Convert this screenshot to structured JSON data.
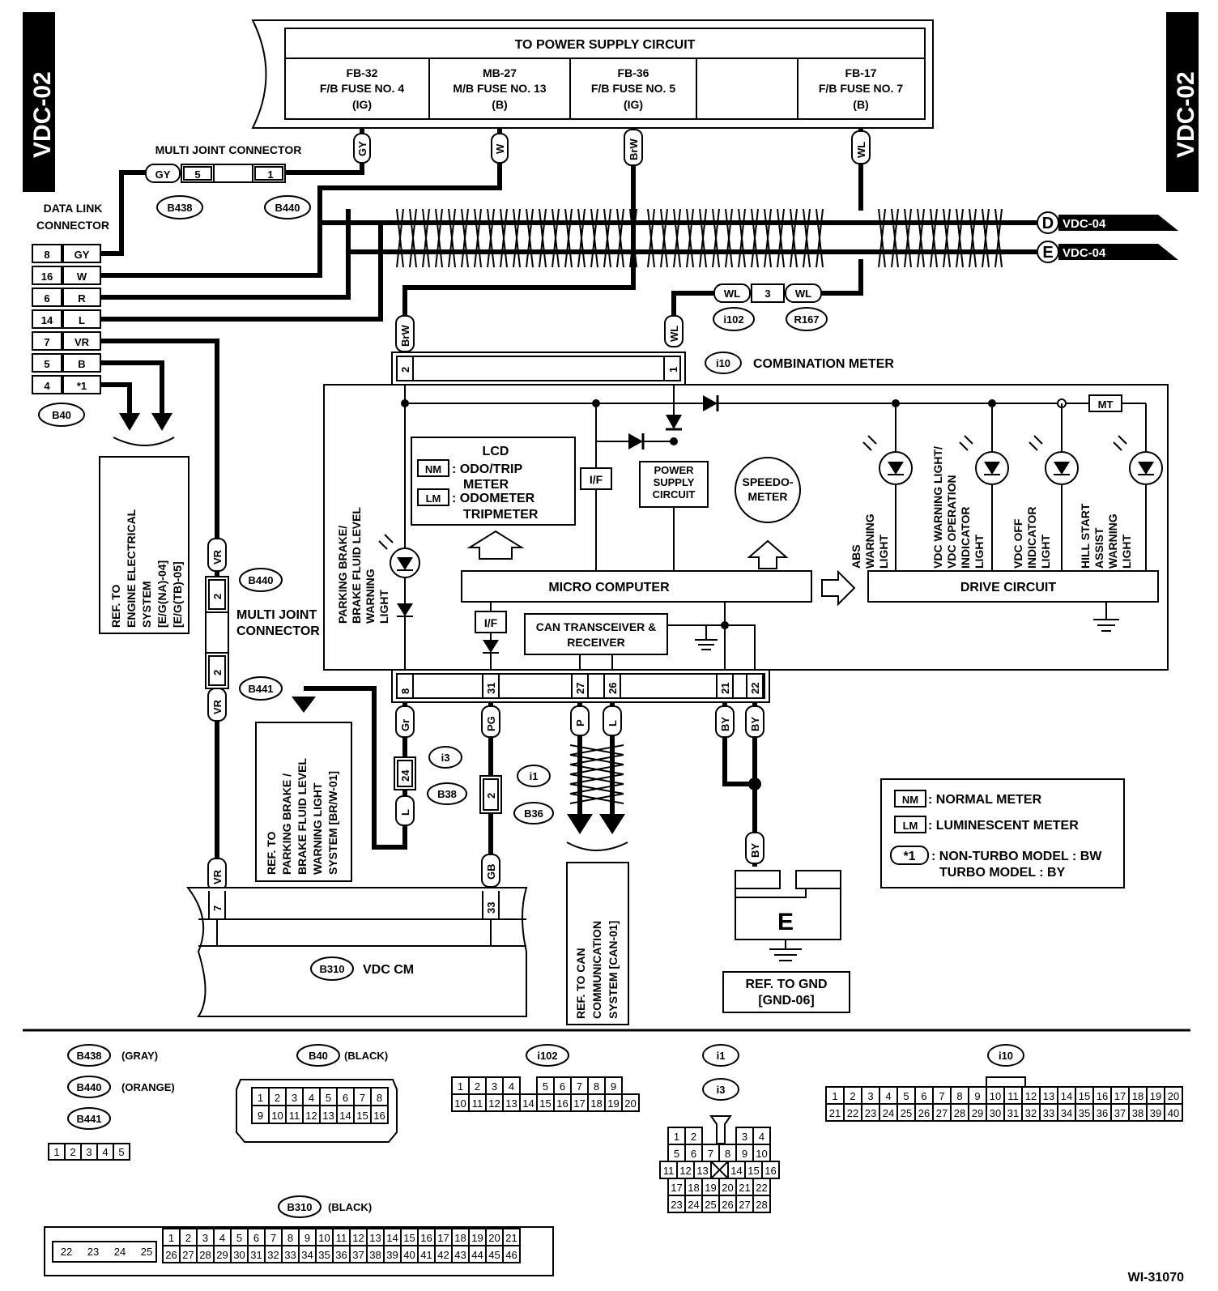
{
  "side_tags": {
    "left": "VDC-02",
    "right": "VDC-02"
  },
  "power_supply": {
    "title": "TO POWER SUPPLY CIRCUIT",
    "fuses": [
      {
        "id": "FB-32",
        "name": "F/B FUSE NO. 4",
        "type": "(IG)"
      },
      {
        "id": "MB-27",
        "name": "M/B FUSE NO. 13",
        "type": "(B)"
      },
      {
        "id": "FB-36",
        "name": "F/B FUSE NO. 5",
        "type": "(IG)"
      },
      {
        "id": "",
        "name": "",
        "type": ""
      },
      {
        "id": "FB-17",
        "name": "F/B FUSE NO. 7",
        "type": "(B)"
      }
    ]
  },
  "wire_colors": {
    "gy": "GY",
    "w": "W",
    "brw": "BrW",
    "wl": "WL",
    "vr": "VR",
    "gr": "Gr",
    "pg": "PG",
    "p": "P",
    "l": "L",
    "by": "BY",
    "gb": "GB",
    "b": "B",
    "r": "R",
    "star1": "*1"
  },
  "labels": {
    "multi_joint_top": "MULTI JOINT CONNECTOR",
    "data_link": "DATA LINK\nCONNECTOR",
    "data_link_l1": "DATA LINK",
    "data_link_l2": "CONNECTOR",
    "combination_meter": "COMBINATION METER",
    "lcd": "LCD",
    "nm_odo": ": ODO/TRIP",
    "nm_meter": "METER",
    "lm_odo": ": ODOMETER",
    "lm_trip": "TRIPMETER",
    "if": "I/F",
    "power_supply_circuit_1": "POWER",
    "power_supply_circuit_2": "SUPPLY",
    "power_supply_circuit_3": "CIRCUIT",
    "speedo_1": "SPEEDO-",
    "speedo_2": "METER",
    "micro_computer": "MICRO COMPUTER",
    "drive_circuit": "DRIVE CIRCUIT",
    "can_1": "CAN TRANSCEIVER &",
    "can_2": "RECEIVER",
    "mt": "MT",
    "multi_joint_mid_1": "MULTI JOINT",
    "multi_joint_mid_2": "CONNECTOR",
    "vdc_cm": "VDC CM",
    "ground_e": "E",
    "ref_gnd_1": "REF. TO GND",
    "ref_gnd_2": "[GND-06]",
    "figure_id": "WI-31070",
    "nm": "NM",
    "lm": "LM"
  },
  "vertical_labels": {
    "parking_brake_light": [
      "PARKING BRAKE/",
      "BRAKE FLUID LEVEL",
      "WARNING",
      "LIGHT"
    ],
    "abs_light": [
      "ABS",
      "WARNING",
      "LIGHT"
    ],
    "vdc_warning": [
      "VDC WARNING LIGHT/",
      "VDC OPERATION",
      "INDICATOR",
      "LIGHT"
    ],
    "vdc_off": [
      "VDC OFF",
      "INDICATOR",
      "LIGHT"
    ],
    "hill_start": [
      "HILL START",
      "ASSIST",
      "WARNING",
      "LIGHT"
    ],
    "ref_engine": [
      "REF. TO",
      "ENGINE ELECTRICAL",
      "SYSTEM",
      "[E/G(NA)-04]",
      "[E/G(TB)-05]"
    ],
    "ref_parking": [
      "REF. TO",
      "PARKING BRAKE /",
      "BRAKE FLUID LEVEL",
      "WARNING LIGHT",
      "SYSTEM [BR/W-01]"
    ],
    "ref_can": [
      "REF. TO CAN",
      "COMMUNICATION",
      "SYSTEM [CAN-01]"
    ]
  },
  "connectors": {
    "b438": "B438",
    "b440": "B440",
    "b441": "B441",
    "b40": "B40",
    "i102": "i102",
    "r167": "R167",
    "i10": "i10",
    "i3": "i3",
    "b38": "B38",
    "i1": "i1",
    "b36": "B36",
    "b310": "B310"
  },
  "offpage": [
    {
      "letter": "D",
      "ref": "VDC-04"
    },
    {
      "letter": "E",
      "ref": "VDC-04"
    }
  ],
  "data_link_pins": [
    {
      "pin": "8",
      "color": "GY"
    },
    {
      "pin": "16",
      "color": "W"
    },
    {
      "pin": "6",
      "color": "R"
    },
    {
      "pin": "14",
      "color": "L"
    },
    {
      "pin": "7",
      "color": "VR"
    },
    {
      "pin": "5",
      "color": "B"
    },
    {
      "pin": "4",
      "color": "*1"
    }
  ],
  "meter_pins": {
    "top_left": "2",
    "top_right": "1",
    "bottom": [
      "8",
      "31",
      "27",
      "26",
      "21",
      "22"
    ]
  },
  "pins_misc": {
    "mj_top_a": "5",
    "mj_top_b": "1",
    "mj_wl": "3",
    "mj_mid_a": "2",
    "mj_mid_b": "2",
    "i3_pin": "24",
    "i1_pin": "2",
    "vdc_7": "7",
    "vdc_33": "33"
  },
  "legend": [
    {
      "key": "NM",
      "text": ": NORMAL METER"
    },
    {
      "key": "LM",
      "text": ": LUMINESCENT METER"
    },
    {
      "key": "*1",
      "text": ": NON-TURBO MODEL   : BW"
    },
    {
      "key": "",
      "text": "TURBO MODEL   : BY"
    }
  ],
  "connector_views": {
    "b438_color": "(GRAY)",
    "b440_color": "(ORANGE)",
    "b40_color": "(BLACK)",
    "b310_color": "(BLACK)",
    "b441_pins": [
      "1",
      "2",
      "3",
      "4",
      "5"
    ],
    "b40_rows": [
      [
        "1",
        "2",
        "3",
        "4",
        "5",
        "6",
        "7",
        "8"
      ],
      [
        "9",
        "10",
        "11",
        "12",
        "13",
        "14",
        "15",
        "16"
      ]
    ],
    "i102_rows": [
      [
        "1",
        "2",
        "3",
        "4",
        "",
        "5",
        "6",
        "7",
        "8",
        "9"
      ],
      [
        "10",
        "11",
        "12",
        "13",
        "14",
        "15",
        "16",
        "17",
        "18",
        "19",
        "20"
      ]
    ],
    "i3_rows": [
      [
        "1",
        "2",
        "",
        "",
        "3",
        "4"
      ],
      [
        "5",
        "6",
        "7",
        "8",
        "9",
        "10"
      ],
      [
        "11",
        "12",
        "13",
        "",
        "14",
        "15",
        "16"
      ],
      [
        "17",
        "18",
        "19",
        "20",
        "21",
        "22"
      ],
      [
        "23",
        "24",
        "25",
        "26",
        "27",
        "28"
      ]
    ],
    "i10_rows": [
      [
        "1",
        "2",
        "3",
        "4",
        "5",
        "6",
        "7",
        "8",
        "9",
        "10",
        "11",
        "12",
        "13",
        "14",
        "15",
        "16",
        "17",
        "18",
        "19",
        "20"
      ],
      [
        "21",
        "22",
        "23",
        "24",
        "25",
        "26",
        "27",
        "28",
        "29",
        "30",
        "31",
        "32",
        "33",
        "34",
        "35",
        "36",
        "37",
        "38",
        "39",
        "40"
      ]
    ],
    "b310_left": [
      "22",
      "23",
      "24",
      "25"
    ],
    "b310_rows": [
      [
        "1",
        "2",
        "3",
        "4",
        "5",
        "6",
        "7",
        "8",
        "9",
        "10",
        "11",
        "12",
        "13",
        "14",
        "15",
        "16",
        "17",
        "18",
        "19",
        "20",
        "21"
      ],
      [
        "26",
        "27",
        "28",
        "29",
        "30",
        "31",
        "32",
        "33",
        "34",
        "35",
        "36",
        "37",
        "38",
        "39",
        "40",
        "41",
        "42",
        "43",
        "44",
        "45",
        "46"
      ]
    ]
  }
}
